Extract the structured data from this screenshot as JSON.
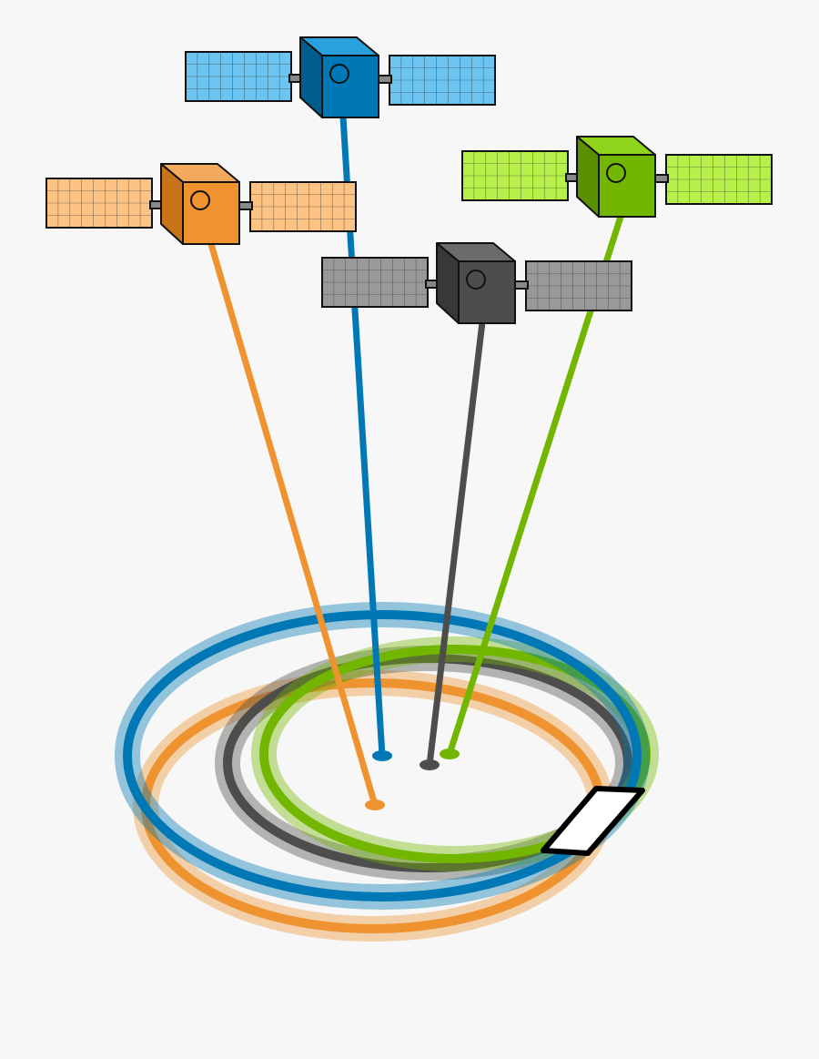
{
  "satellites": [
    {
      "id": "blue",
      "body": "#0078b5",
      "bodyTop": "#2aa0dc",
      "bodySide": "#005e8e",
      "panel": "#6cc4f0",
      "beam": "#0078b5",
      "ring": "#0078b5"
    },
    {
      "id": "orange",
      "body": "#ee9330",
      "bodyTop": "#f4aa5c",
      "bodySide": "#c9741a",
      "panel": "#fdc385",
      "beam": "#ee9330",
      "ring": "#ee9330"
    },
    {
      "id": "gray",
      "body": "#4d4d4b",
      "bodyTop": "#6b6b69",
      "bodySide": "#383836",
      "panel": "#999999",
      "beam": "#4d4d4b",
      "ring": "#4d4d4b"
    },
    {
      "id": "green",
      "body": "#72b600",
      "bodyTop": "#8fd31a",
      "bodySide": "#5a9000",
      "panel": "#b8f04a",
      "beam": "#72b600",
      "ring": "#72b600"
    }
  ],
  "device": {
    "fill": "#ffffff",
    "stroke": "#000000"
  }
}
